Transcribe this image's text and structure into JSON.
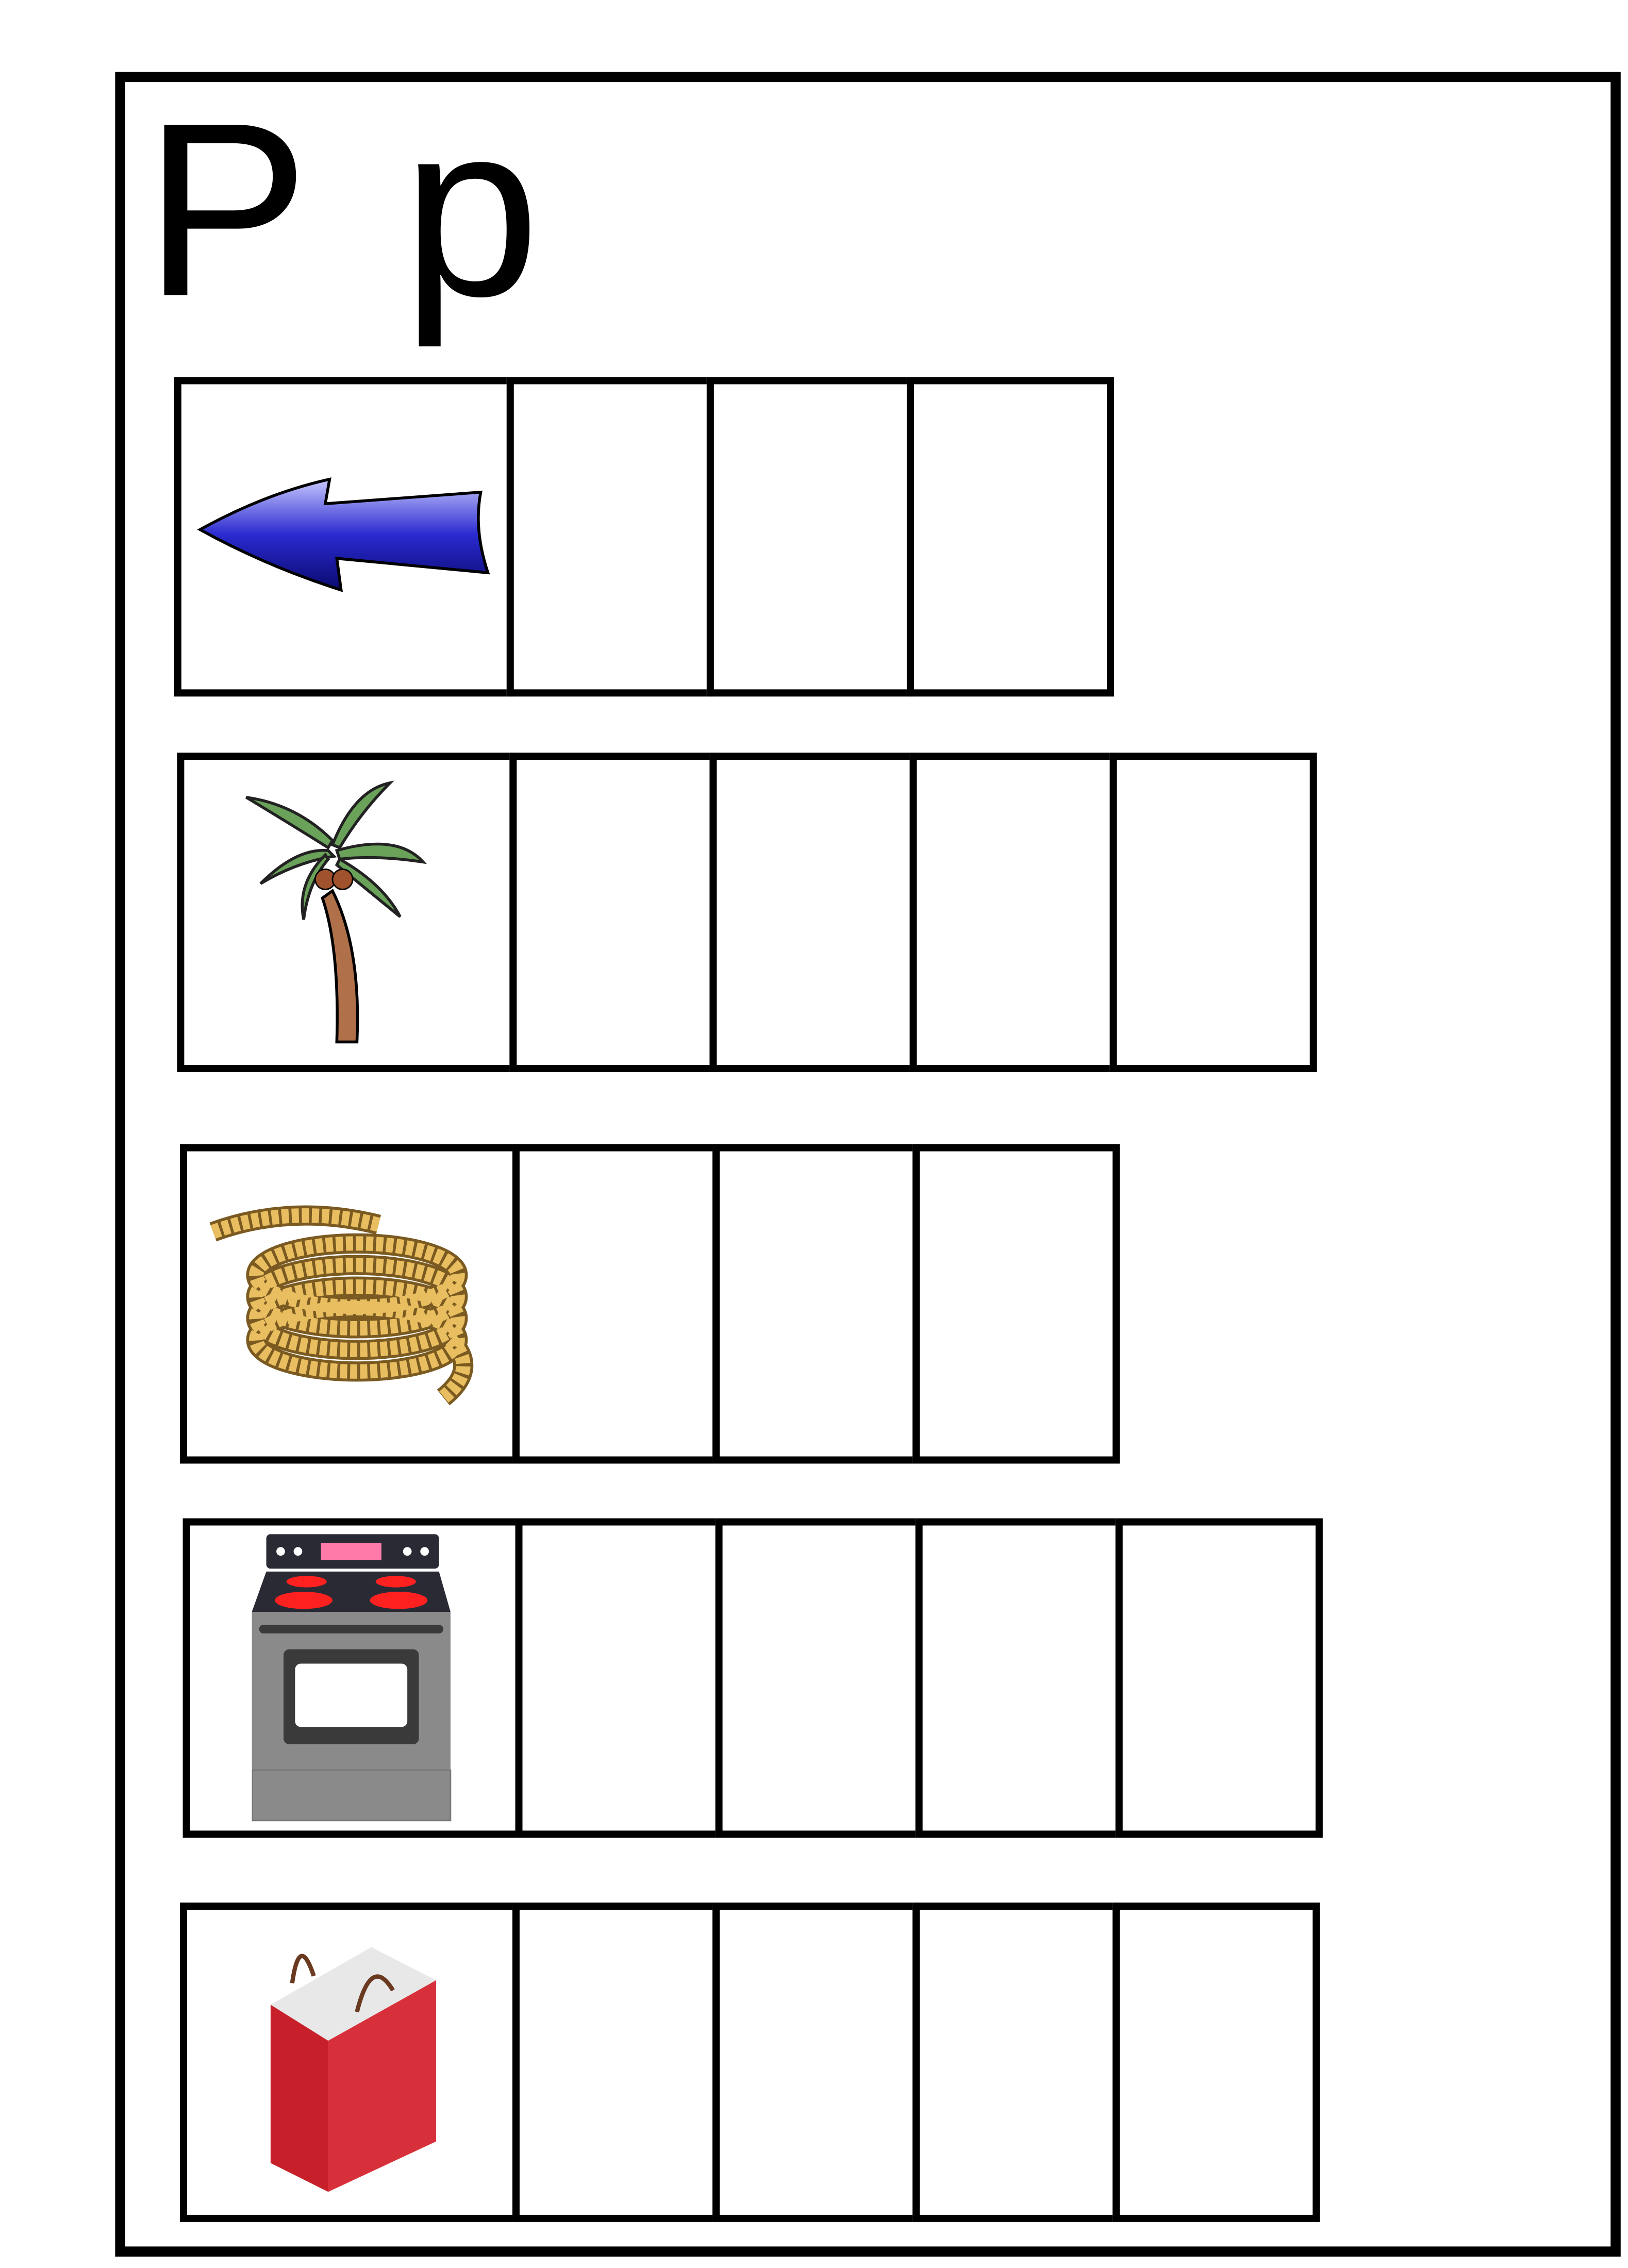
{
  "worksheet": {
    "title_upper": "P",
    "title_lower": "p",
    "rows": [
      {
        "picture": "left-arrow",
        "boxes": 3
      },
      {
        "picture": "palm-tree",
        "boxes": 4
      },
      {
        "picture": "rope",
        "boxes": 3
      },
      {
        "picture": "stove",
        "boxes": 4
      },
      {
        "picture": "shopping-bag",
        "boxes": 4
      }
    ]
  },
  "colors": {
    "arrow": "#1a1ab0",
    "palm_leaf": "#6aa25a",
    "trunk": "#b0704a",
    "rope": "#e0b050",
    "stove_body": "#8a8a8a",
    "burner": "#ff2020",
    "bag": "#d8303a"
  }
}
